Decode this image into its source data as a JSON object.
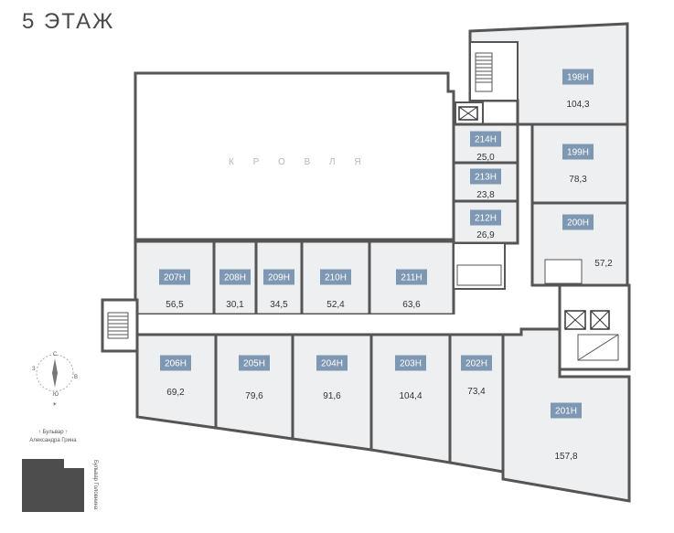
{
  "title": "5 ЭТАЖ",
  "roof_label": "К Р О В Л Я",
  "units": [
    {
      "code": "198Н",
      "area": "104,3"
    },
    {
      "code": "199Н",
      "area": "78,3"
    },
    {
      "code": "200Н",
      "area": "57,2"
    },
    {
      "code": "214Н",
      "area": "25,0"
    },
    {
      "code": "213Н",
      "area": "23,8"
    },
    {
      "code": "212Н",
      "area": "26,9"
    },
    {
      "code": "207Н",
      "area": "56,5"
    },
    {
      "code": "208Н",
      "area": "30,1"
    },
    {
      "code": "209Н",
      "area": "34,5"
    },
    {
      "code": "210Н",
      "area": "52,4"
    },
    {
      "code": "211Н",
      "area": "63,6"
    },
    {
      "code": "206Н",
      "area": "69,2"
    },
    {
      "code": "205Н",
      "area": "79,6"
    },
    {
      "code": "204Н",
      "area": "91,6"
    },
    {
      "code": "203Н",
      "area": "104,4"
    },
    {
      "code": "202Н",
      "area": "73,4"
    },
    {
      "code": "201Н",
      "area": "157,8"
    }
  ],
  "compass": {
    "n": "С",
    "s": "Ю",
    "w": "З",
    "e": "В"
  },
  "street_1": {
    "line1": "↑ Бульвар ↑",
    "line2": "Александра Грина"
  },
  "street_2": "Бульвар Головнина",
  "colors": {
    "badge": "#7e97b2",
    "unit_fill": "#eeeff0",
    "wall": "#555555"
  }
}
